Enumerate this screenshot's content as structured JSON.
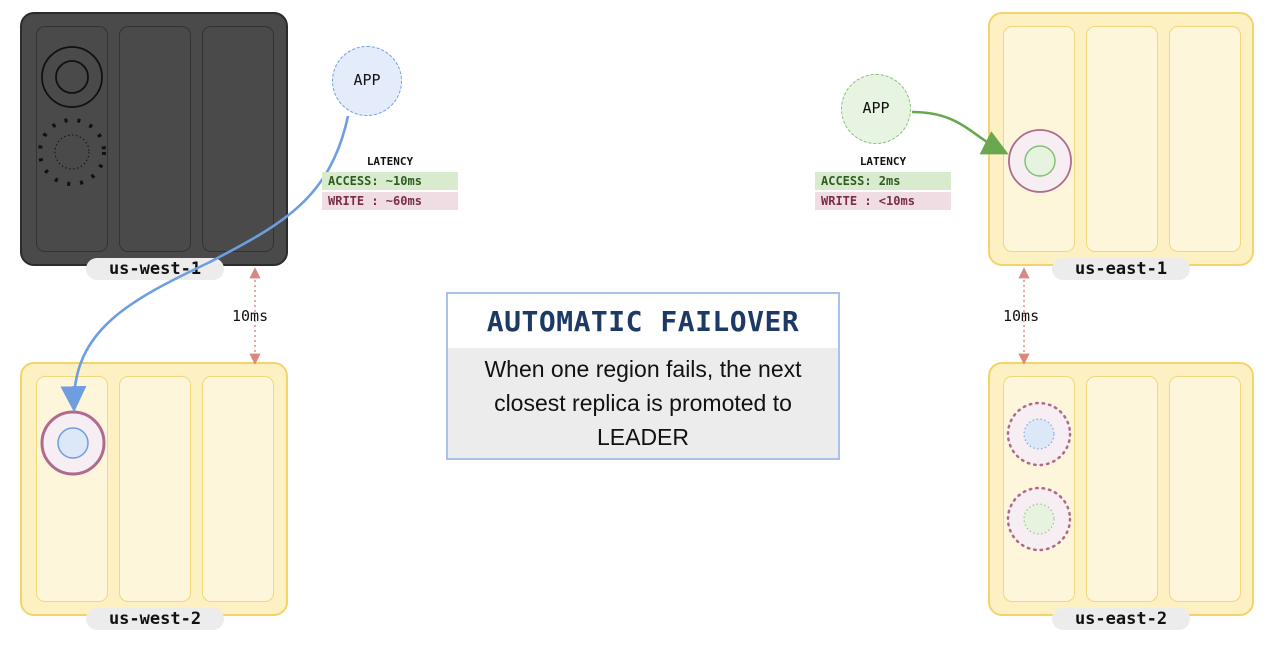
{
  "regions": {
    "us_west_1": {
      "label": "us-west-1",
      "status": "failed"
    },
    "us_west_2": {
      "label": "us-west-2",
      "status": "active"
    },
    "us_east_1": {
      "label": "us-east-1",
      "status": "active"
    },
    "us_east_2": {
      "label": "us-east-2",
      "status": "active"
    }
  },
  "apps": {
    "west": {
      "label": "APP",
      "color": "#6e9de0"
    },
    "east": {
      "label": "APP",
      "color": "#86c076"
    }
  },
  "latency": {
    "west": {
      "title": "LATENCY",
      "access": "ACCESS: ~10ms",
      "write": "WRITE : ~60ms"
    },
    "east": {
      "title": "LATENCY",
      "access": "ACCESS: 2ms",
      "write": "WRITE : <10ms"
    }
  },
  "distances": {
    "west": "10ms",
    "east": "10ms"
  },
  "info": {
    "title": "AUTOMATIC FAILOVER",
    "body": "When one region fails, the next closest replica is promoted to LEADER"
  },
  "colors": {
    "leader_ring": "#b06a8e",
    "west_replica": "#6e9de0",
    "east_replica": "#86c076",
    "failed_region": "#4a4a4a",
    "active_region": "#fdf1c4",
    "distance_arrow": "#d9877f"
  }
}
